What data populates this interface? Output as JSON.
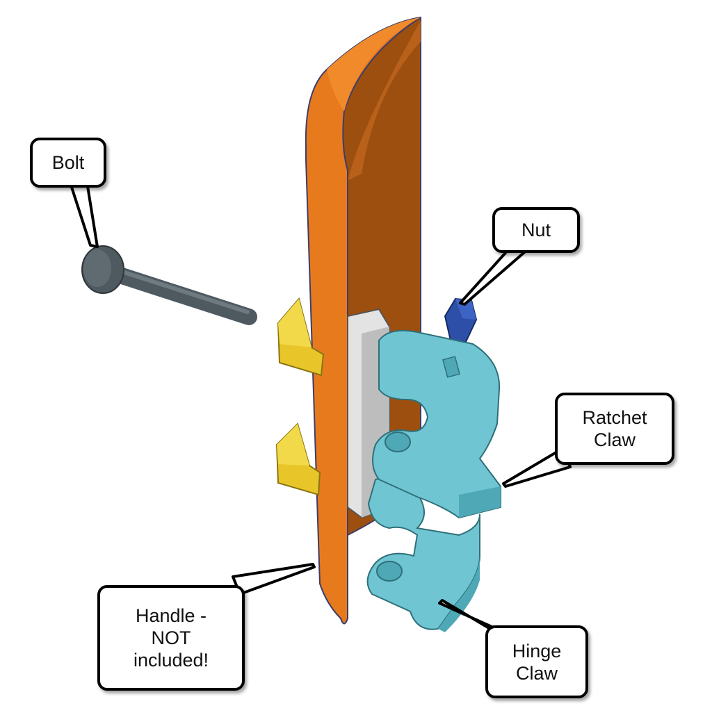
{
  "labels": {
    "bolt": "Bolt",
    "nut": "Nut",
    "ratchet_claw": "Ratchet\nClaw",
    "hinge_claw": "Hinge\nClaw",
    "handle": "Handle -\nNOT\nincluded!"
  },
  "colors": {
    "handle": "#e87a1e",
    "handle_inner": "#9c4f0f",
    "claw": "#6fc5d2",
    "wedge": "#e8c62a",
    "bolt": "#4f5a60",
    "nut": "#2d4fa8",
    "spacer": "#e3e3e3"
  }
}
